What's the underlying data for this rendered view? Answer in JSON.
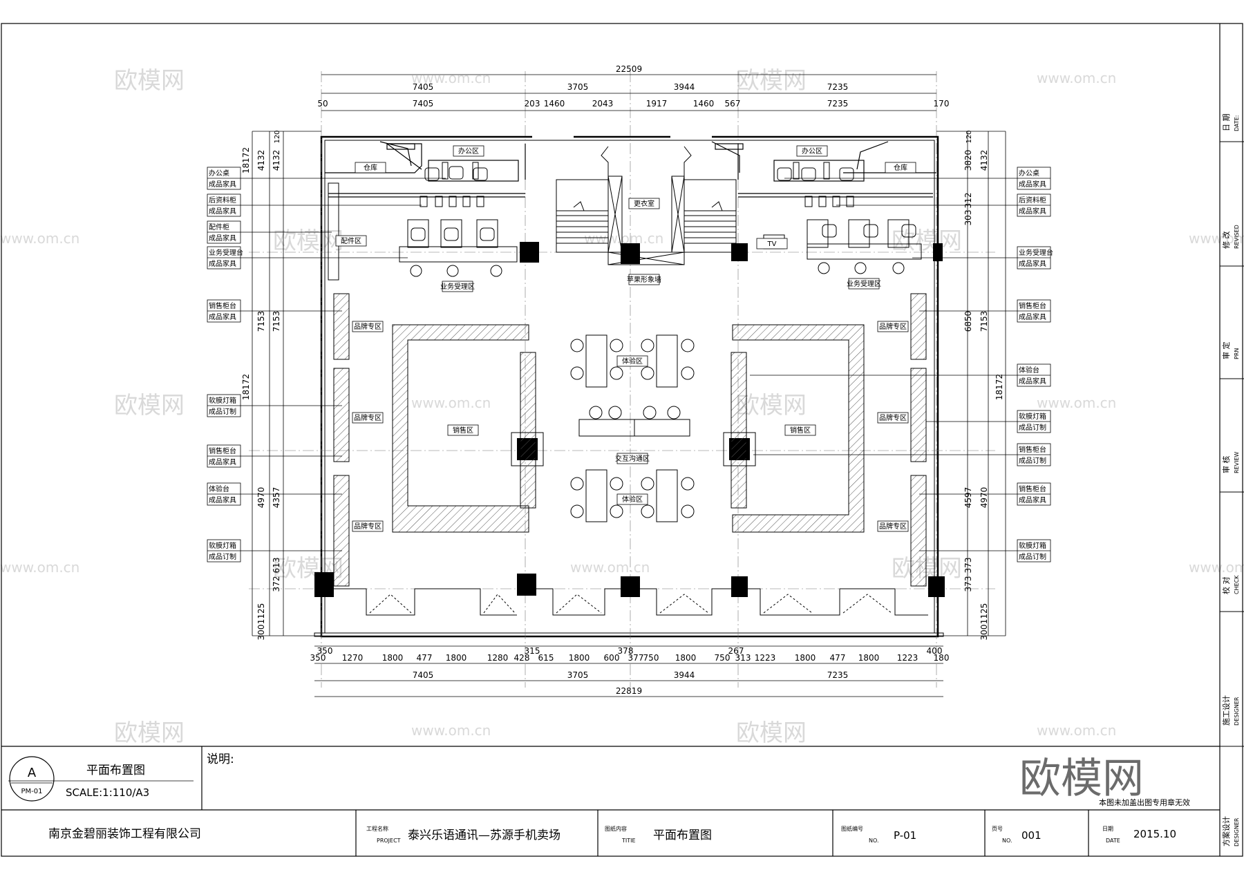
{
  "watermark": {
    "logo": "欧模网",
    "url": "www.om.cn",
    "big_logo": "欧模网"
  },
  "dimensions": {
    "top_total": "22509",
    "top_row1": [
      "7405",
      "3705",
      "3944",
      "7235"
    ],
    "top_row2": [
      "50",
      "7405",
      "203",
      "1460",
      "2043",
      "1917",
      "1460",
      "567",
      "7235",
      "170"
    ],
    "bottom_row1": [
      "350",
      "315",
      "378",
      "267",
      "400"
    ],
    "bottom_row2": [
      "350",
      "1270",
      "1800",
      "477",
      "1800",
      "1280",
      "428",
      "615",
      "1800",
      "600",
      "377",
      "750",
      "1800",
      "750",
      "313",
      "1223",
      "1800",
      "477",
      "1800",
      "1223",
      "180"
    ],
    "bottom_row3": [
      "7405",
      "3705",
      "3944",
      "7235"
    ],
    "bottom_total": "22819",
    "left_outer": [
      "4132",
      "7153",
      "4970",
      "1125",
      "300"
    ],
    "left_inner": [
      "4132",
      "7153",
      "4357",
      "613",
      "372"
    ],
    "left_overall": "18172",
    "left_top": "120",
    "right_outer": [
      "4132",
      "7153",
      "4970",
      "1125",
      "300"
    ],
    "right_inner": [
      "3820",
      "312",
      "303",
      "6850",
      "4597",
      "373",
      "373"
    ],
    "right_overall": "18172",
    "right_top": "120"
  },
  "rooms": {
    "office_l": "办公区",
    "storage_l": "仓库",
    "office_r": "办公区",
    "storage_r": "仓库",
    "changing": "更衣室",
    "parts": "配件区",
    "service_l": "业务受理区",
    "service_r": "业务受理区",
    "apple_wall": "苹果形象墙",
    "tv": "TV",
    "brand_l1": "品牌专区",
    "brand_l2": "品牌专区",
    "brand_l3": "品牌专区",
    "brand_r1": "品牌专区",
    "brand_r2": "品牌专区",
    "brand_r3": "品牌专区",
    "sales_l": "销售区",
    "sales_r": "销售区",
    "exp_top": "体验区",
    "exp_bottom": "体验区",
    "interact": "交互沟通区"
  },
  "left_labels": [
    {
      "a": "办公桌",
      "b": "成品家具"
    },
    {
      "a": "后资料柜",
      "b": "成品家具"
    },
    {
      "a": "配件柜",
      "b": "成品家具"
    },
    {
      "a": "业务受理台",
      "b": "成品家具"
    },
    {
      "a": "销售柜台",
      "b": "成品家具"
    },
    {
      "a": "软膜灯箱",
      "b": "成品订制"
    },
    {
      "a": "销售柜台",
      "b": "成品家具"
    },
    {
      "a": "体验台",
      "b": "成品家具"
    },
    {
      "a": "软膜灯箱",
      "b": "成品订制"
    }
  ],
  "right_labels": [
    {
      "a": "办公桌",
      "b": "成品家具"
    },
    {
      "a": "后资料柜",
      "b": "成品家具"
    },
    {
      "a": "业务受理台",
      "b": "成品家具"
    },
    {
      "a": "销售柜台",
      "b": "成品家具"
    },
    {
      "a": "体验台",
      "b": "成品家具"
    },
    {
      "a": "软膜灯箱",
      "b": "成品订制"
    },
    {
      "a": "销售柜台",
      "b": "成品订制"
    },
    {
      "a": "销售柜台",
      "b": "成品家具"
    },
    {
      "a": "软膜灯箱",
      "b": "成品订制"
    }
  ],
  "side_strip": [
    {
      "cn": "日 期",
      "en": "DATE:"
    },
    {
      "cn": "修 改",
      "en": "REVISED"
    },
    {
      "cn": "审 定",
      "en": "PRN"
    },
    {
      "cn": "审 核",
      "en": "REVIEW"
    },
    {
      "cn": "校 对",
      "en": "CHECK"
    },
    {
      "cn": "施工设计",
      "en": "DESIGNER"
    },
    {
      "cn": "方案设计",
      "en": "DESIGNER"
    }
  ],
  "title_block": {
    "circle_letter": "A",
    "circle_code": "PM-01",
    "drawing_title": "平面布置图",
    "scale": "SCALE:1:110/A3",
    "notes_label": "说明:",
    "stamp_note": "本图未加盖出图专用章无效",
    "company": "南京金碧丽装饰工程有限公司",
    "project_cn": "工程名称",
    "project_en": "PROJECT",
    "project_value": "泰兴乐语通讯—苏源手机卖场",
    "content_cn": "图纸内容",
    "content_en": "TITIE",
    "content_value": "平面布置图",
    "no_cn": "图纸编号",
    "no_en": "NO.",
    "no_value": "P-01",
    "page_cn": "页号",
    "page_en": "NO.",
    "page_value": "001",
    "date_cn": "日期",
    "date_en": "DATE",
    "date_value": "2015.10"
  }
}
